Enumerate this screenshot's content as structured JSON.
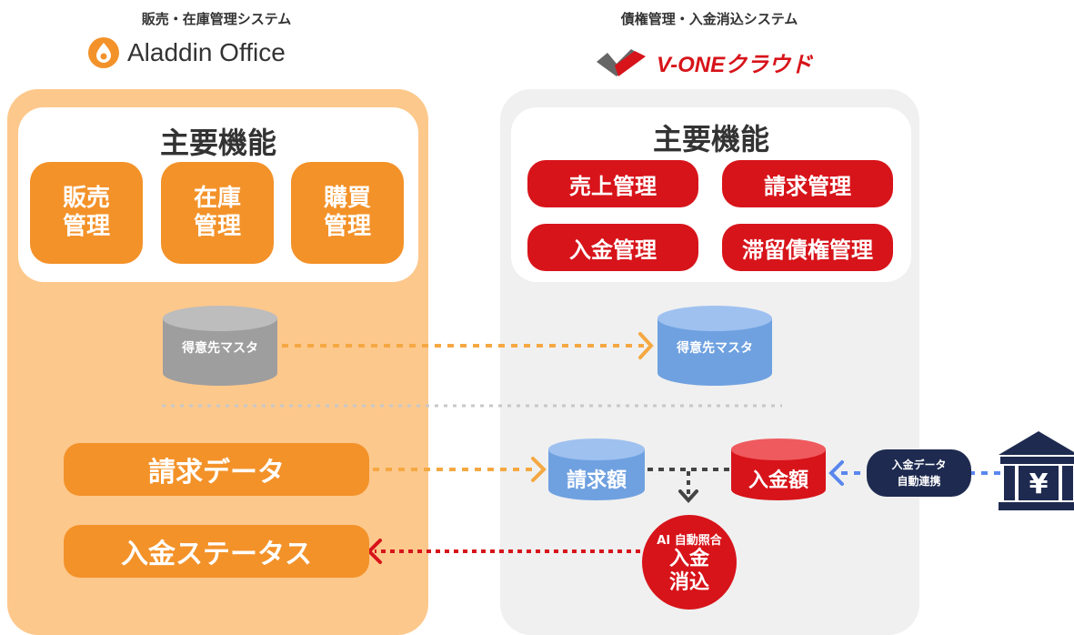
{
  "left_system": {
    "subtitle": "販売・在庫管理システム",
    "logo_text": "Aladdin Office",
    "main_features_title": "主要機能",
    "features": [
      "販売\n管理",
      "在庫\n管理",
      "購買\n管理"
    ],
    "customer_master": "得意先マスタ",
    "billing_data": "請求データ",
    "payment_status": "入金ステータス"
  },
  "right_system": {
    "subtitle": "債権管理・入金消込システム",
    "logo_text": "V-ONEクラウド",
    "main_features_title": "主要機能",
    "features": [
      "売上管理",
      "請求管理",
      "入金管理",
      "滞留債権管理"
    ],
    "customer_master": "得意先マスタ",
    "billing_amount": "請求額",
    "payment_amount": "入金額"
  },
  "ai_matching": {
    "label": "AI 自動照合",
    "action": "入金\n消込"
  },
  "bank": {
    "line1": "入金データ",
    "line2": "自動連携",
    "icon": "bank-yen-icon"
  },
  "colors": {
    "orange": "#f39229",
    "orange_light": "#fdc88c",
    "red": "#d7141a",
    "blue_db": "#6fa1e0",
    "gray_db": "#9e9e9e",
    "navy": "#1e2a4f"
  }
}
